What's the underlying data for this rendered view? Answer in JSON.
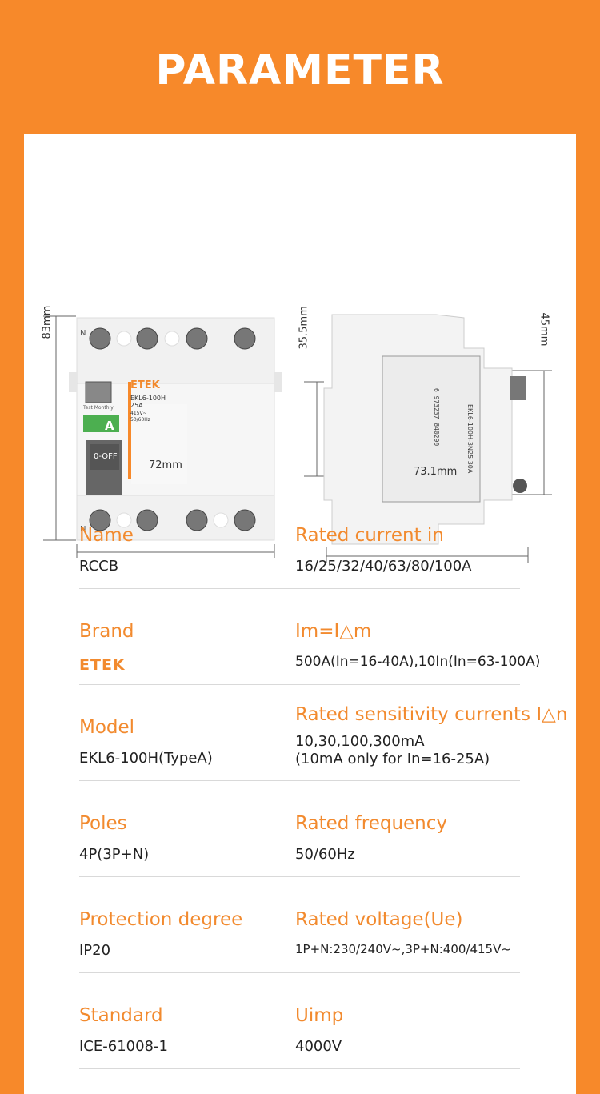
{
  "header": {
    "title": "PARAMETER"
  },
  "product": {
    "brand_logo": "ETEK",
    "model_label": "EKL6-100H",
    "current_label": "25A",
    "voltage_label": "415V~",
    "freq_label": "50/60Hz",
    "test_label": "Test Monthly",
    "switch_label": "0-OFF",
    "type_badge": "A",
    "n_top": "N",
    "n_bottom": "N",
    "side_text": "EKL6-100H-3N25 30A",
    "side_barcode": "6 973237 840290"
  },
  "dimensions": {
    "front_height": "83mm",
    "front_width": "72mm",
    "side_height_left": "35.5mm",
    "side_height_right": "45mm",
    "side_width": "73.1mm"
  },
  "specs": [
    {
      "left_label": "Name",
      "left_value": "RCCB",
      "right_label": "Rated current in",
      "right_value": "16/25/32/40/63/80/100A"
    },
    {
      "left_label": "Brand",
      "left_value": "ETEK",
      "right_label": "Im=I△m",
      "right_value": "500A(In=16-40A),10In(In=63-100A)"
    },
    {
      "left_label": "Model",
      "left_value": "EKL6-100H(TypeA)",
      "right_label": "Rated sensitivity currents I△n",
      "right_value": "10,30,100,300mA",
      "right_value2": "(10mA only for In=16-25A)"
    },
    {
      "left_label": "Poles",
      "left_value": "4P(3P+N)",
      "right_label": "Rated frequency",
      "right_value": "50/60Hz"
    },
    {
      "left_label": "Protection degree",
      "left_value": "IP20",
      "right_label": "Rated voltage(Ue)",
      "right_value": "1P+N:230/240V~,3P+N:400/415V~"
    },
    {
      "left_label": "Standard",
      "left_value": "ICE-61008-1",
      "right_label": "Uimp",
      "right_value": "4000V"
    }
  ],
  "colors": {
    "accent": "#F7892A",
    "label": "#F28A2E",
    "text": "#222222"
  }
}
